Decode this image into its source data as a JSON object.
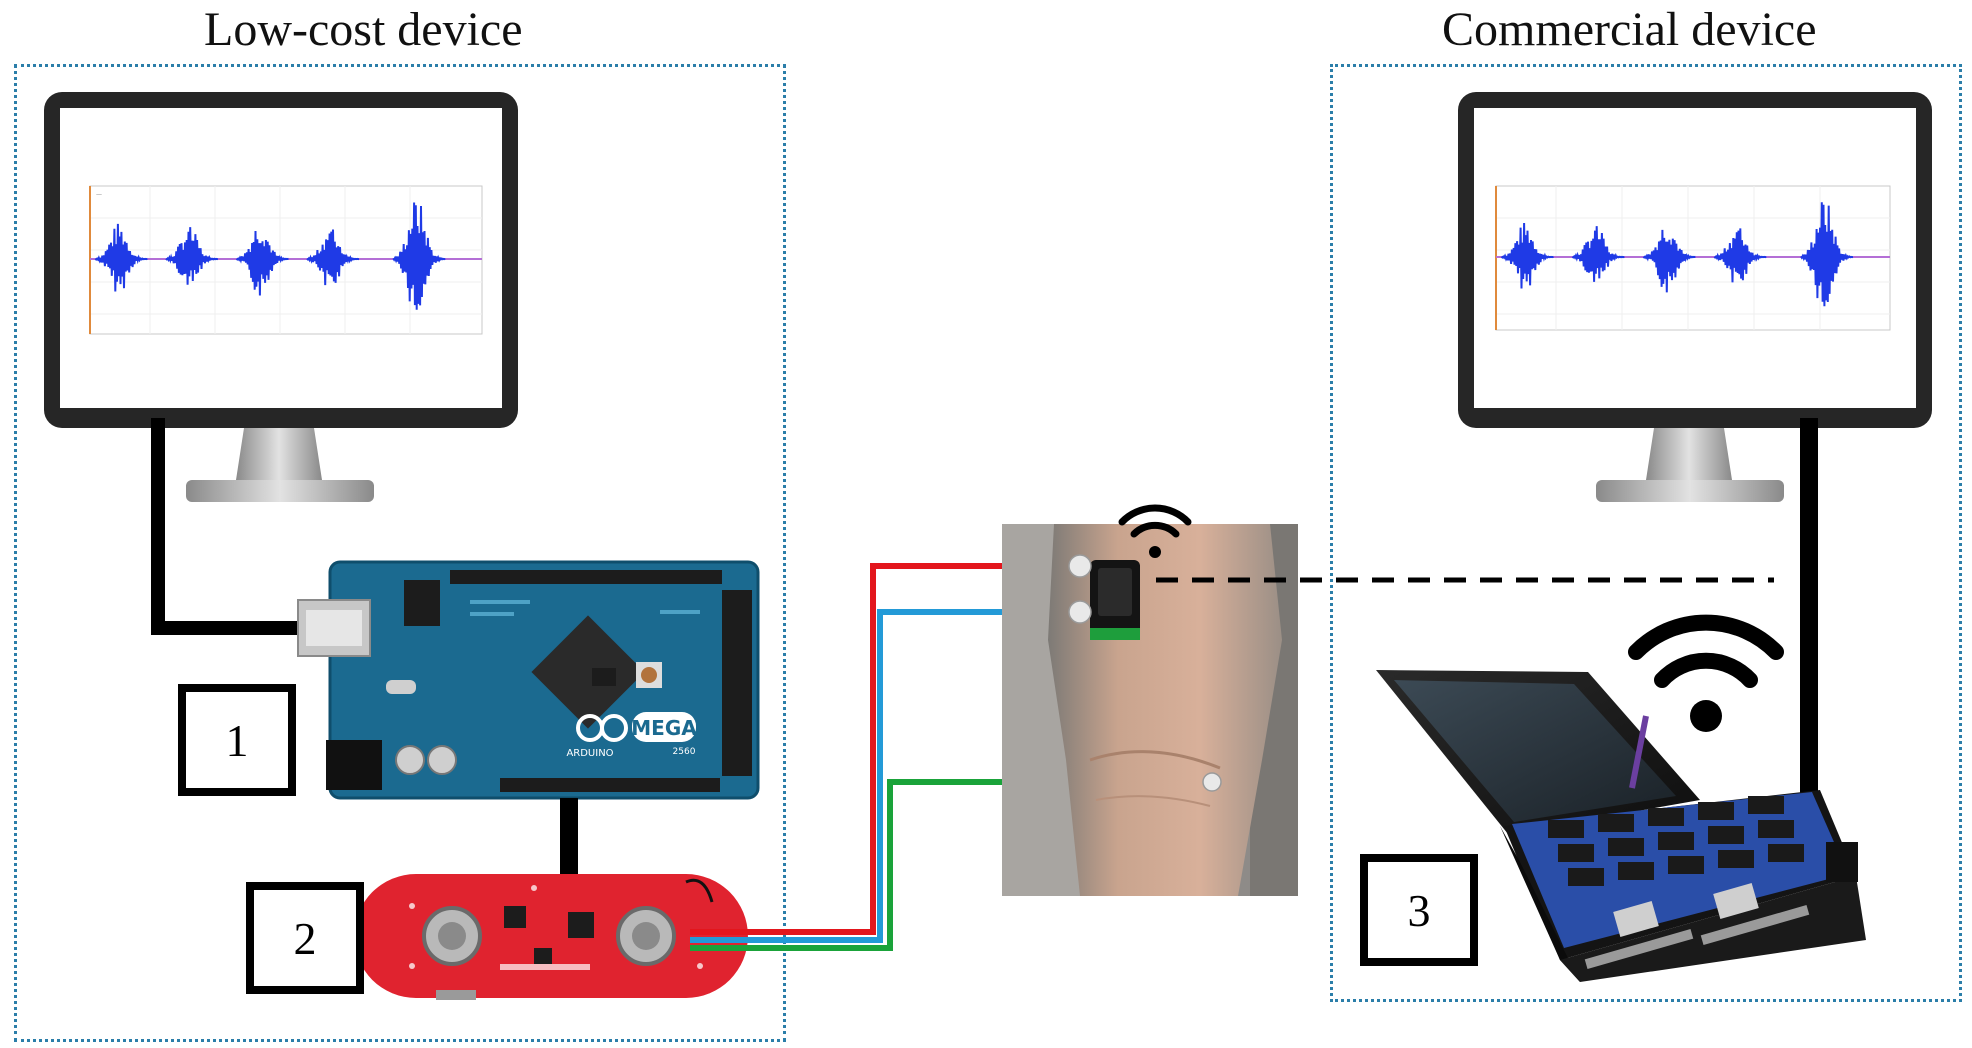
{
  "groups": {
    "low_cost": {
      "title": "Low-cost device"
    },
    "commercial": {
      "title": "Commercial device"
    }
  },
  "markers": {
    "one": "1",
    "two": "2",
    "three": "3"
  },
  "arduino": {
    "board_name": "MEGA",
    "board_model": "2560",
    "brand": "ARDUINO"
  },
  "colors": {
    "frame_border": "#2b7ea9",
    "arduino_blue": "#1b6a90",
    "sensor_red": "#e0232f",
    "wire_red": "#e3161d",
    "wire_blue": "#239ad7",
    "wire_green": "#1aa33a",
    "signal_blue": "#1f3ae6",
    "monitor_black": "#262626"
  },
  "icons": [
    "monitor-icon",
    "wifi-icon",
    "emg-signal-plot"
  ]
}
